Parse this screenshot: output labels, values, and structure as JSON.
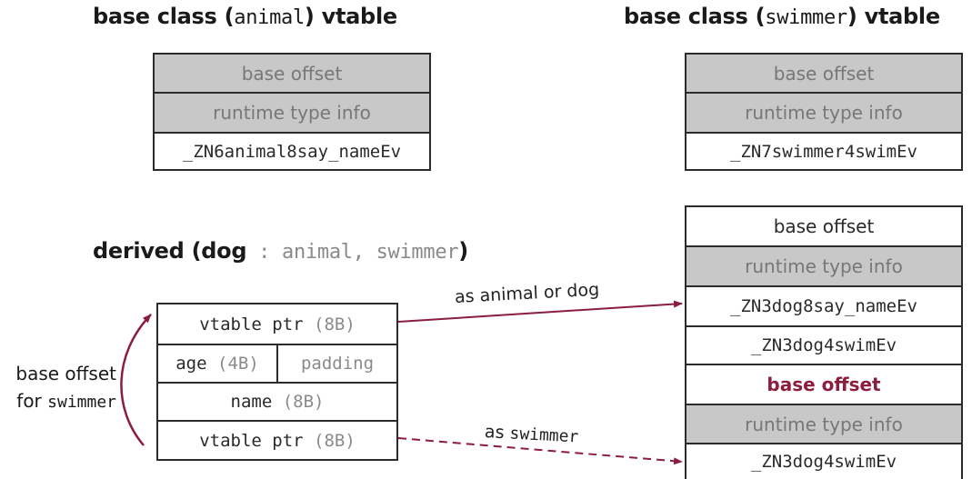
{
  "animal_vtable": {
    "title_prefix": "base class (",
    "title_name": "animal",
    "title_suffix": ") vtable",
    "rows": [
      "base offset",
      "runtime type info",
      "_ZN6animal8say_nameEv"
    ]
  },
  "swimmer_vtable": {
    "title_prefix": "base class (",
    "title_name": "swimmer",
    "title_suffix": ") vtable",
    "rows": [
      "base offset",
      "runtime type info",
      "_ZN7swimmer4swimEv"
    ]
  },
  "derived": {
    "title_prefix": "derived (",
    "title_name": "dog",
    "title_bases": " : animal, swimmer",
    "title_suffix": ")"
  },
  "dog_object": {
    "row1_name": "vtable ptr",
    "row1_size": "(8B)",
    "row2_name": "age",
    "row2_size": "(4B)",
    "row2_padding": "padding",
    "row3_name": "name",
    "row3_size": "(8B)",
    "row4_name": "vtable ptr",
    "row4_size": "(8B)"
  },
  "dog_vtable": {
    "rows": [
      "base offset",
      "runtime type info",
      "_ZN3dog8say_nameEv",
      "_ZN3dog4swimEv",
      "base offset",
      "runtime type info",
      "_ZN3dog4swimEv"
    ]
  },
  "labels": {
    "base_offset_line1": "base offset",
    "base_offset_line2": "for",
    "base_offset_mono": "swimmer",
    "as_animal_prefix": "as",
    "as_animal": "animal",
    "as_or": "or",
    "as_dog": "dog",
    "as_swimmer_prefix": "as",
    "as_swimmer": "swimmer"
  },
  "colors": {
    "arrow": "#8b1e3f",
    "shade": "#c8c8c8"
  }
}
